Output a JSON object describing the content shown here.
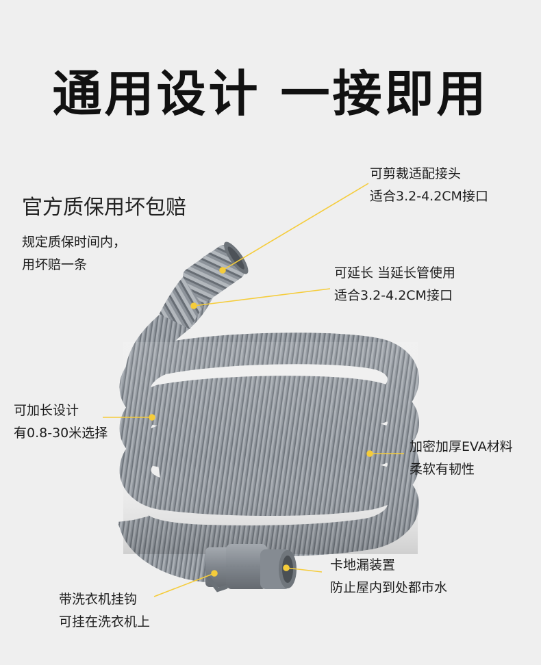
{
  "headline": "通用设计 一接即用",
  "guarantee": {
    "title": "官方质保用坏包赔",
    "line1": "规定质保时间内，",
    "line2": "用坏赔一条"
  },
  "callouts": {
    "cut_adapter": {
      "line1": "可剪裁适配接头",
      "line2": "适合3.2-4.2CM接口"
    },
    "extendable": {
      "line1": "可延长 当延长管使用",
      "line2": "适合3.2-4.2CM接口"
    },
    "lengthen": {
      "line1": "可加长设计",
      "line2": "有0.8-30米选择"
    },
    "material": {
      "line1": "加密加厚EVA材料",
      "line2": "柔软有韧性"
    },
    "floor_drain": {
      "line1": "卡地漏装置",
      "line2": "防止屋内到处都市水"
    },
    "hook": {
      "line1": "带洗衣机挂钩",
      "line2": "可挂在洗衣机上"
    }
  },
  "colors": {
    "background": "#efefef",
    "hose": "#8e949b",
    "leader_line": "#f5cc3a"
  }
}
